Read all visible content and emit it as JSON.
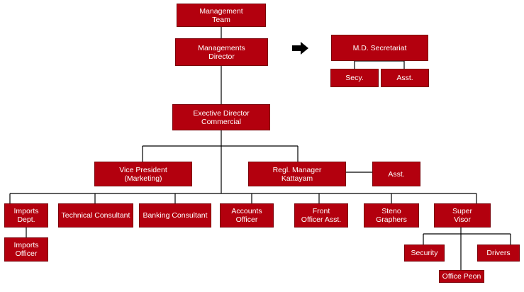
{
  "org_chart": {
    "nodes": {
      "management_team": "Management\nTeam",
      "managing_director": "Managements\nDirector",
      "md_secretariat": "M.D. Secretariat",
      "secy": "Secy.",
      "asst_md": "Asst.",
      "executive_director": "Exective Director\nCommercial",
      "vice_president": "Vice President\n(Marketing)",
      "regional_manager": "Regl. Manager\nKattayam",
      "asst_regional": "Asst.",
      "imports_dept": "Imports\nDept.",
      "imports_officer": "Imports\nOfficer",
      "technical_consultant": "Technical Consultant",
      "banking_consultant": "Banking Consultant",
      "accounts_officer": "Accounts\nOfficer",
      "front_office_asst": "Front\nOfficer Asst.",
      "steno_graphers": "Steno\nGraphers",
      "supervisor": "Super\nVisor",
      "security": "Security",
      "drivers": "Drivers",
      "office_peon": "Office Peon"
    },
    "colors": {
      "box_fill": "#b3000e",
      "box_text": "#ffffff",
      "connector": "#000000"
    },
    "icons": {
      "secretariat_pointer": "right-arrow-icon"
    }
  }
}
